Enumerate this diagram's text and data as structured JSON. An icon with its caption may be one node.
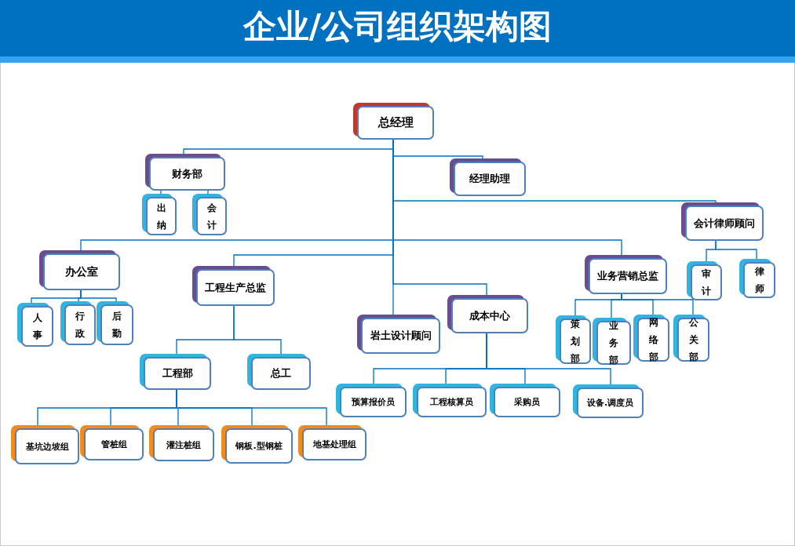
{
  "diagram": {
    "title": "企业/公司组织架构图",
    "nodes": [
      {
        "text": [
          "总经理"
        ]
      },
      {
        "text": [
          "财务部"
        ]
      },
      {
        "text": [
          "经理助理"
        ]
      },
      {
        "text": [
          "出纳"
        ]
      },
      {
        "text": [
          "会计"
        ]
      },
      {
        "text": [
          "会计律师顾问"
        ]
      },
      {
        "text": [
          "办公室"
        ]
      },
      {
        "text": [
          "工程生产总监"
        ]
      },
      {
        "text": [
          "业务营销总监"
        ]
      },
      {
        "text": [
          "审计"
        ]
      },
      {
        "text": [
          "律师"
        ]
      },
      {
        "text": [
          "人事"
        ]
      },
      {
        "text": [
          "行政"
        ]
      },
      {
        "text": [
          "后勤"
        ]
      },
      {
        "text": [
          "成本中心"
        ]
      },
      {
        "text": [
          "岩土设计顾问"
        ]
      },
      {
        "text": [
          "策划部"
        ]
      },
      {
        "text": [
          "业务部"
        ]
      },
      {
        "text": [
          "网络部"
        ]
      },
      {
        "text": [
          "公关部"
        ]
      },
      {
        "text": [
          "工程部"
        ]
      },
      {
        "text": [
          "总工"
        ]
      },
      {
        "text": [
          "预算报价员"
        ]
      },
      {
        "text": [
          "工程核算员"
        ]
      },
      {
        "text": [
          "采购员"
        ]
      },
      {
        "text": [
          "设备.调度员"
        ]
      },
      {
        "text": [
          "基坑边坡组"
        ]
      },
      {
        "text": [
          "管桩组"
        ]
      },
      {
        "text": [
          "灌注桩组"
        ]
      },
      {
        "text": [
          "钢板.型钢桩"
        ]
      },
      {
        "text": [
          "地基处理组"
        ]
      }
    ],
    "edges": [
      {
        "from": 0,
        "to": 1,
        "arrow": "none"
      },
      {
        "from": 0,
        "to": 2,
        "arrow": "none"
      },
      {
        "from": 0,
        "to": 5,
        "arrow": "none"
      },
      {
        "from": 0,
        "to": 6,
        "arrow": "none"
      },
      {
        "from": 0,
        "to": 7,
        "arrow": "none"
      },
      {
        "from": 0,
        "to": 8,
        "arrow": "none"
      },
      {
        "from": 0,
        "to": 14,
        "arrow": "none"
      },
      {
        "from": 0,
        "to": 15,
        "arrow": "none"
      },
      {
        "from": 1,
        "to": 3,
        "arrow": "none"
      },
      {
        "from": 1,
        "to": 4,
        "arrow": "none"
      },
      {
        "from": 5,
        "to": 9,
        "arrow": "none"
      },
      {
        "from": 5,
        "to": 10,
        "arrow": "none"
      },
      {
        "from": 6,
        "to": 11,
        "arrow": "none"
      },
      {
        "from": 6,
        "to": 12,
        "arrow": "none"
      },
      {
        "from": 6,
        "to": 13,
        "arrow": "none"
      },
      {
        "from": 7,
        "to": 20,
        "arrow": "none"
      },
      {
        "from": 7,
        "to": 21,
        "arrow": "none"
      },
      {
        "from": 8,
        "to": 16,
        "arrow": "none"
      },
      {
        "from": 8,
        "to": 17,
        "arrow": "none"
      },
      {
        "from": 8,
        "to": 18,
        "arrow": "none"
      },
      {
        "from": 8,
        "to": 19,
        "arrow": "none"
      },
      {
        "from": 14,
        "to": 22,
        "arrow": "none"
      },
      {
        "from": 14,
        "to": 23,
        "arrow": "none"
      },
      {
        "from": 14,
        "to": 24,
        "arrow": "none"
      },
      {
        "from": 14,
        "to": 25,
        "arrow": "none"
      },
      {
        "from": 20,
        "to": 26,
        "arrow": "none"
      },
      {
        "from": 20,
        "to": 27,
        "arrow": "none"
      },
      {
        "from": 20,
        "to": 28,
        "arrow": "none"
      },
      {
        "from": 20,
        "to": 29,
        "arrow": "none"
      },
      {
        "from": 20,
        "to": 30,
        "arrow": "none"
      }
    ]
  }
}
